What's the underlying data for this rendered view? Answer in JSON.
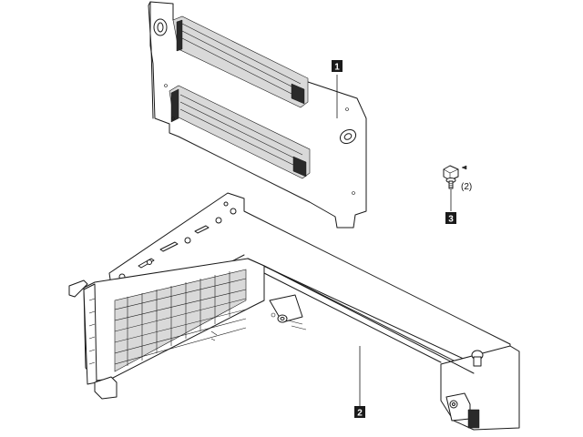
{
  "callouts": [
    {
      "id": "riser-card",
      "label": "1"
    },
    {
      "id": "riser-bracket",
      "label": "2"
    },
    {
      "id": "screw",
      "label": "3"
    }
  ],
  "screw_quantity": "(2)"
}
